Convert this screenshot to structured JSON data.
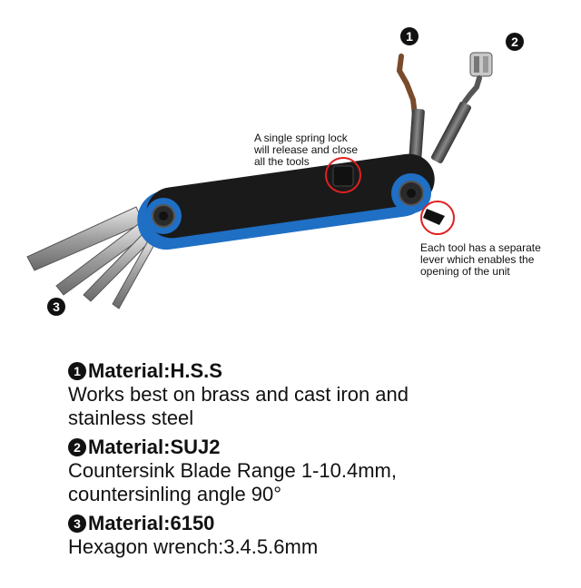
{
  "callouts": {
    "spring_lock": [
      "A single spring lock",
      "will release and close",
      "all the tools"
    ],
    "lever": [
      "Each tool has a separate",
      "lever which enables the",
      "opening of the unit"
    ]
  },
  "markers": {
    "one": "1",
    "two": "2",
    "three": "3"
  },
  "specs": [
    {
      "number": "1",
      "title": "Material:H.S.S",
      "lines": [
        "Works best on brass and cast iron and",
        "stainless steel"
      ]
    },
    {
      "number": "2",
      "title": "Material:SUJ2",
      "lines": [
        "Countersink Blade Range 1-10.4mm,",
        "countersinling angle 90°"
      ]
    },
    {
      "number": "3",
      "title": "Material:6150",
      "lines": [
        "Hexagon wrench:3.4.5.6mm"
      ]
    }
  ],
  "colors": {
    "handle_black": "#1a1a1a",
    "accent_blue": "#1f6fc4",
    "steel": "#a8a8a8",
    "callout_ring": "#e02020"
  }
}
